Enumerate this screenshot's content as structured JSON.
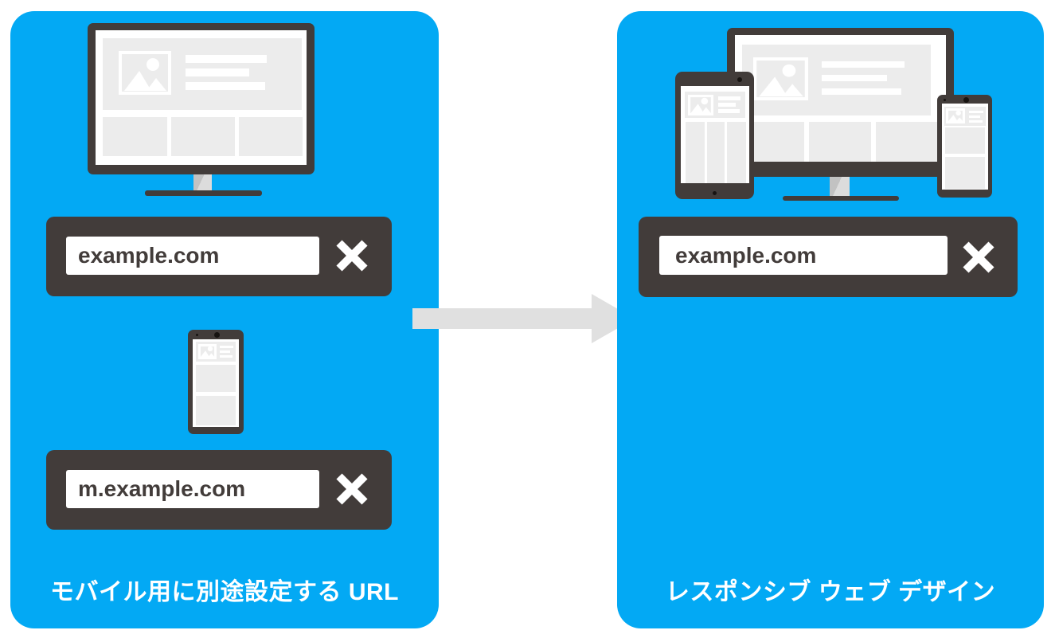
{
  "colors": {
    "panel_blue": "#03a9f4",
    "device_dark": "#423c3a",
    "content_gray": "#ececec",
    "arrow_gray": "#e0e0e0"
  },
  "left_panel": {
    "caption": "モバイル用に別途設定する URL",
    "desktop_url_bar": {
      "value": "example.com"
    },
    "mobile_url_bar": {
      "value": "m.example.com"
    }
  },
  "right_panel": {
    "caption": "レスポンシブ ウェブ デザイン",
    "url_bar": {
      "value": "example.com"
    }
  },
  "icons": {
    "close": "close-icon",
    "image_placeholder": "image-placeholder-icon",
    "text_lines": "text-lines-icon",
    "arrow": "arrow-right-icon"
  }
}
